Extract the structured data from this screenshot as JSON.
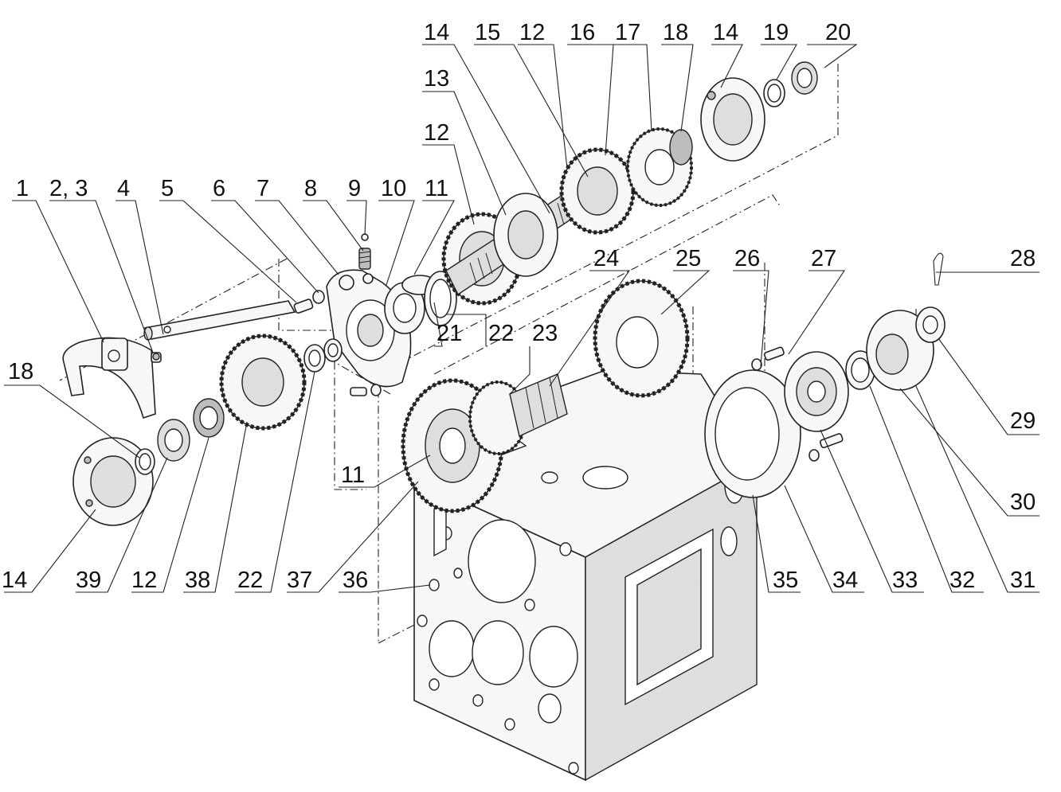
{
  "callouts": {
    "c1": "1",
    "c2_3": "2, 3",
    "c4": "4",
    "c5": "5",
    "c6": "6",
    "c7": "7",
    "c8": "8",
    "c9": "9",
    "c10": "10",
    "c11_top": "11",
    "c11_low": "11",
    "c12_a": "12",
    "c12_b": "12",
    "c12_c": "12",
    "c13": "13",
    "c14_a": "14",
    "c14_b": "14",
    "c14_c": "14",
    "c15": "15",
    "c16": "16",
    "c17": "17",
    "c18_top": "18",
    "c18_left": "18",
    "c19": "19",
    "c20": "20",
    "c21": "21",
    "c22_a": "22",
    "c22_b": "22",
    "c23": "23",
    "c24": "24",
    "c25": "25",
    "c26": "26",
    "c27": "27",
    "c28": "28",
    "c29": "29",
    "c30": "30",
    "c31": "31",
    "c32": "32",
    "c33": "33",
    "c34": "34",
    "c35": "35",
    "c36": "36",
    "c37": "37",
    "c38": "38",
    "c39": "39"
  }
}
